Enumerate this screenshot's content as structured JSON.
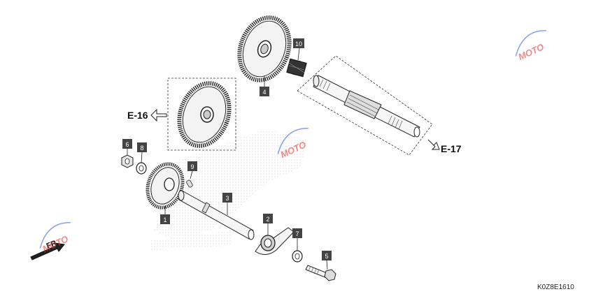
{
  "diagram": {
    "part_code": "K0Z8E1610",
    "references": {
      "left": "E-16",
      "right": "E-17"
    },
    "direction_label": "FR.",
    "watermark_text": "MOTO",
    "callouts": [
      "1",
      "2",
      "3",
      "4",
      "5",
      "6",
      "7",
      "8",
      "9",
      "10"
    ],
    "colors": {
      "label_fill": "#444444",
      "line": "#222222",
      "watermark_red": "#e23a3a",
      "watermark_blue": "#3a5fd6"
    }
  }
}
